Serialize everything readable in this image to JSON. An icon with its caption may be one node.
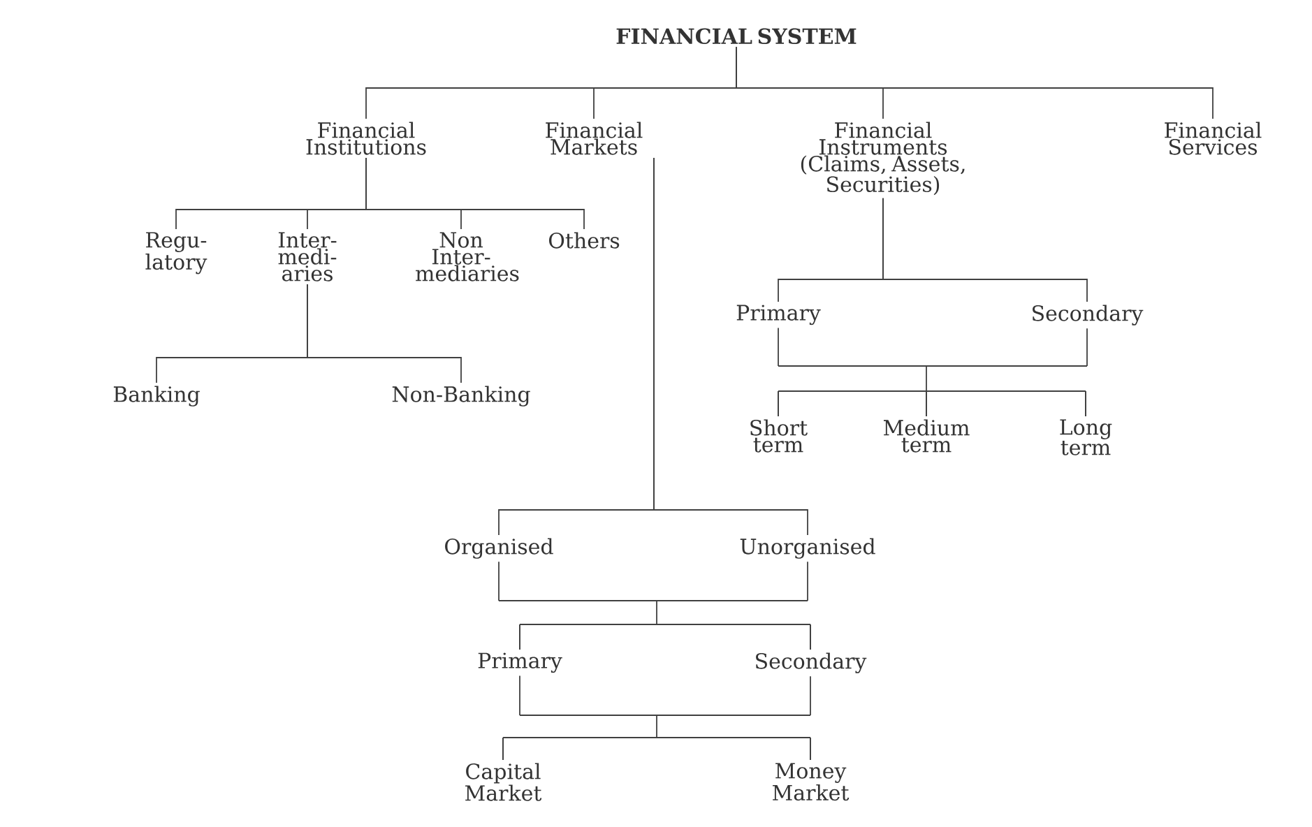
{
  "diagram": {
    "nodes": [
      {
        "text": [
          "FINANCIAL SYSTEM"
        ]
      },
      {
        "text": [
          "Financial Institutions"
        ]
      },
      {
        "text": [
          "Financial Markets"
        ]
      },
      {
        "text": [
          "Financial Instruments (Claims, Assets, Securities)"
        ]
      },
      {
        "text": [
          "Financial Services"
        ]
      },
      {
        "text": [
          "Regu- latory"
        ]
      },
      {
        "text": [
          "Inter- medi- aries"
        ]
      },
      {
        "text": [
          "Non Inter- mediaries"
        ]
      },
      {
        "text": [
          "Others"
        ]
      },
      {
        "text": [
          "Banking"
        ]
      },
      {
        "text": [
          "Non-Banking"
        ]
      },
      {
        "text": [
          "Primary"
        ]
      },
      {
        "text": [
          "Secondary"
        ]
      },
      {
        "text": [
          "Short term"
        ]
      },
      {
        "text": [
          "Medium term"
        ]
      },
      {
        "text": [
          "Long term"
        ]
      },
      {
        "text": [
          "Organised"
        ]
      },
      {
        "text": [
          "Unorganised"
        ]
      },
      {
        "text": [
          "Primary"
        ]
      },
      {
        "text": [
          "Secondary"
        ]
      },
      {
        "text": [
          "Capital Market"
        ]
      },
      {
        "text": [
          "Money Market"
        ]
      }
    ],
    "edges": [
      {
        "from": 0,
        "to": 1,
        "arrow": "none"
      },
      {
        "from": 0,
        "to": 2,
        "arrow": "none"
      },
      {
        "from": 0,
        "to": 3,
        "arrow": "none"
      },
      {
        "from": 0,
        "to": 4,
        "arrow": "none"
      },
      {
        "from": 1,
        "to": 5,
        "arrow": "none"
      },
      {
        "from": 1,
        "to": 6,
        "arrow": "none"
      },
      {
        "from": 1,
        "to": 7,
        "arrow": "none"
      },
      {
        "from": 1,
        "to": 8,
        "arrow": "none"
      },
      {
        "from": 6,
        "to": 9,
        "arrow": "none"
      },
      {
        "from": 6,
        "to": 10,
        "arrow": "none"
      },
      {
        "from": 2,
        "to": 16,
        "arrow": "none"
      },
      {
        "from": 2,
        "to": 17,
        "arrow": "none"
      },
      {
        "from": 3,
        "to": 11,
        "arrow": "none"
      },
      {
        "from": 3,
        "to": 12,
        "arrow": "none"
      },
      {
        "from": 11,
        "to": 13,
        "arrow": "none"
      },
      {
        "from": 11,
        "to": 14,
        "arrow": "none"
      },
      {
        "from": 11,
        "to": 15,
        "arrow": "none"
      },
      {
        "from": 12,
        "to": 13,
        "arrow": "none"
      },
      {
        "from": 12,
        "to": 14,
        "arrow": "none"
      },
      {
        "from": 12,
        "to": 15,
        "arrow": "none"
      },
      {
        "from": 16,
        "to": 18,
        "arrow": "none"
      },
      {
        "from": 16,
        "to": 19,
        "arrow": "none"
      },
      {
        "from": 17,
        "to": 18,
        "arrow": "none"
      },
      {
        "from": 17,
        "to": 19,
        "arrow": "none"
      },
      {
        "from": 18,
        "to": 20,
        "arrow": "none"
      },
      {
        "from": 18,
        "to": 21,
        "arrow": "none"
      },
      {
        "from": 19,
        "to": 20,
        "arrow": "none"
      },
      {
        "from": 19,
        "to": 21,
        "arrow": "none"
      }
    ]
  }
}
